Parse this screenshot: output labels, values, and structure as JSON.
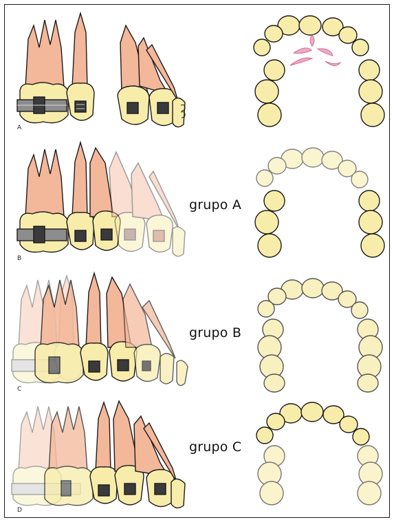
{
  "panels": [
    {
      "letter": "A",
      "group": ""
    },
    {
      "letter": "B",
      "group": "grupo A"
    },
    {
      "letter": "C",
      "group": "grupo B"
    },
    {
      "letter": "D",
      "group": "grupo C"
    }
  ],
  "colors": {
    "root": "#f3b79a",
    "crown": "#f7ecaa",
    "outline": "#1b1b1b",
    "bracket": "#3a3a3a",
    "band": "#8c8c8c",
    "rugae": "#f2a9c4"
  }
}
